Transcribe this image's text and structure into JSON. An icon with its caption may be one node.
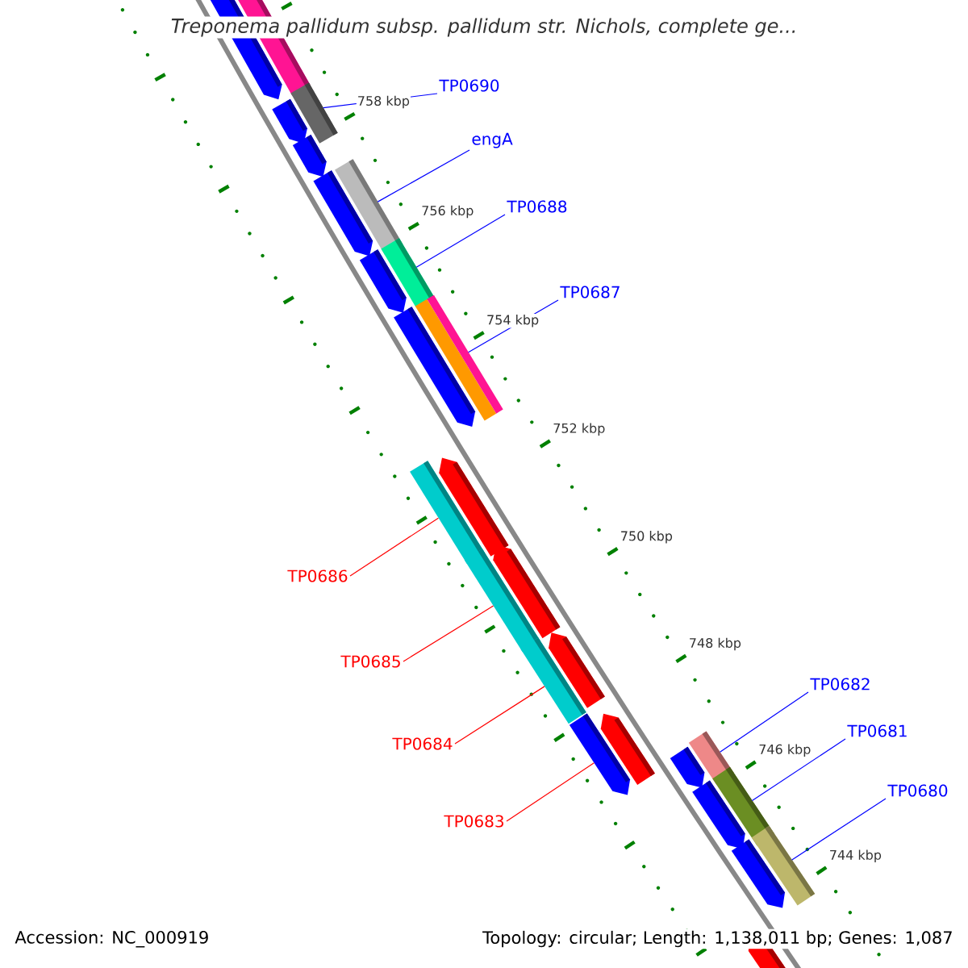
{
  "diagram": {
    "title": "Treponema pallidum subsp. pallidum str. Nichols, complete ge...",
    "nodes": [
      {
        "text": [
          "TP0690"
        ]
      },
      {
        "text": [
          "engA"
        ]
      },
      {
        "text": [
          "TP0688"
        ]
      },
      {
        "text": [
          "TP0687"
        ]
      },
      {
        "text": [
          "TP0686"
        ]
      },
      {
        "text": [
          "TP0685"
        ]
      },
      {
        "text": [
          "TP0684"
        ]
      },
      {
        "text": [
          "TP0683"
        ]
      },
      {
        "text": [
          "TP0682"
        ]
      },
      {
        "text": [
          "TP0681"
        ]
      },
      {
        "text": [
          "TP0680"
        ]
      },
      {
        "text": [],
        "shape": "bar"
      },
      {
        "text": [],
        "shape": "bar"
      },
      {
        "text": [],
        "shape": "bar"
      },
      {
        "text": [],
        "shape": "bar"
      },
      {
        "text": [],
        "shape": "bar"
      },
      {
        "text": [],
        "shape": "bar"
      },
      {
        "text": [],
        "shape": "bar"
      },
      {
        "text": [],
        "shape": "bar"
      },
      {
        "text": [],
        "shape": "bar"
      },
      {
        "text": [],
        "shape": "bar"
      },
      {
        "text": [],
        "shape": "bar"
      }
    ],
    "edges": [
      {
        "from": 0,
        "to": 11,
        "arrow": "none"
      },
      {
        "from": 1,
        "to": 12,
        "arrow": "none"
      },
      {
        "from": 2,
        "to": 13,
        "arrow": "none"
      },
      {
        "from": 3,
        "to": 14,
        "arrow": "none"
      },
      {
        "from": 4,
        "to": 15,
        "arrow": "none",
        "color": "#ff0000"
      },
      {
        "from": 5,
        "to": 16,
        "arrow": "none",
        "color": "#ff0000"
      },
      {
        "from": 6,
        "to": 17,
        "arrow": "none",
        "color": "#ff0000"
      },
      {
        "from": 7,
        "to": 18,
        "arrow": "none",
        "color": "#ff0000"
      },
      {
        "from": 8,
        "to": 19,
        "arrow": "none"
      },
      {
        "from": 9,
        "to": 20,
        "arrow": "none"
      },
      {
        "from": 10,
        "to": 21,
        "arrow": "none"
      }
    ],
    "labels": [
      "758 kbp",
      "756 kbp",
      "754 kbp",
      "752 kbp",
      "750 kbp",
      "748 kbp",
      "746 kbp",
      "744 kbp",
      "Accession: NC_000919",
      "Topology: circular; Length: 1,138,011 bp; Genes: 1,087"
    ]
  }
}
